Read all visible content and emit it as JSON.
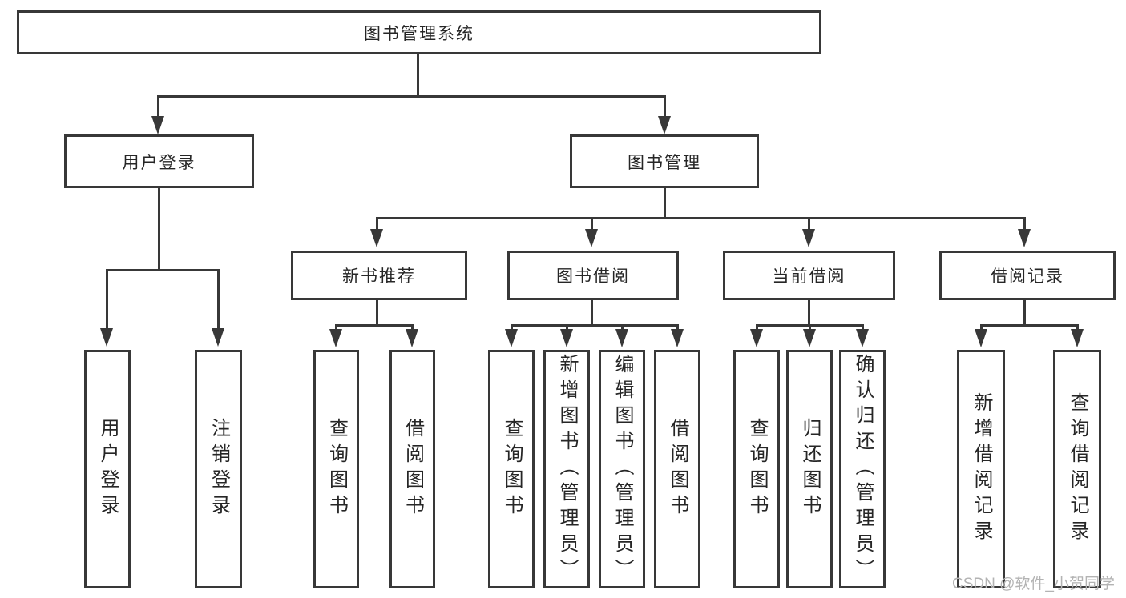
{
  "tree": {
    "label": "图书管理系统",
    "children": [
      {
        "label": "用户登录",
        "children": [
          {
            "label": "用户登录"
          },
          {
            "label": "注销登录"
          }
        ]
      },
      {
        "label": "图书管理",
        "children": [
          {
            "label": "新书推荐",
            "children": [
              {
                "label": "查询图书"
              },
              {
                "label": "借阅图书"
              }
            ]
          },
          {
            "label": "图书借阅",
            "children": [
              {
                "label": "查询图书"
              },
              {
                "label": "新增图书（管理员）"
              },
              {
                "label": "编辑图书（管理员）"
              },
              {
                "label": "借阅图书"
              }
            ]
          },
          {
            "label": "当前借阅",
            "children": [
              {
                "label": "查询图书"
              },
              {
                "label": "归还图书"
              },
              {
                "label": "确认归还（管理员）"
              }
            ]
          },
          {
            "label": "借阅记录",
            "children": [
              {
                "label": "新增借阅记录"
              },
              {
                "label": "查询借阅记录"
              }
            ]
          }
        ]
      }
    ]
  },
  "watermark": {
    "text": "CSDN @软件_小贺同学"
  },
  "colors": {
    "line": "#383838",
    "text": "#262626",
    "watermark": "#b3b3b3",
    "background": "#ffffff"
  }
}
